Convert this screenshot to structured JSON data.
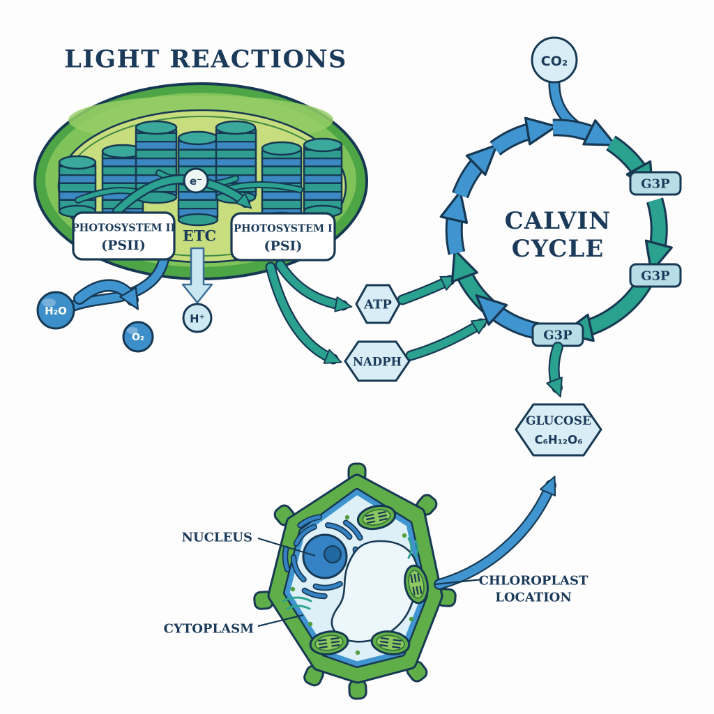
{
  "title": "LIGHT REACTIONS",
  "chloroplast": {
    "psii_line1": "PHOTOSYSTEM II",
    "psii_line2": "(PSII)",
    "etc_label": "ETC",
    "psi_line1": "PHOTOSYSTEM I",
    "psi_line2": "(PSI)",
    "electron": "e⁻"
  },
  "molecules": {
    "h2o": "H₂O",
    "o2": "O₂",
    "h_plus": "H⁺",
    "co2": "CO₂",
    "atp": "ATP",
    "nadph": "NADPH"
  },
  "calvin": {
    "line1": "CALVIN",
    "line2": "CYCLE",
    "g3p_top": "G3P",
    "g3p_right": "G3P",
    "g3p_bottom": "G3P",
    "glucose_line1": "GLUCOSE",
    "glucose_line2": "C₆H₁₂O₆"
  },
  "cell": {
    "nucleus_label": "NUCLEUS",
    "cytoplasm_label": "CYTOPLASM",
    "chloroplast_location_line1": "CHLOROPLAST",
    "chloroplast_location_line2": "LOCATION"
  },
  "colors": {
    "navy": "#1b3a5a",
    "outline": "#173852",
    "blue_arrow": "#4095d0",
    "teal_arrow": "#2ba190",
    "light_blue_fill": "#d8edf5",
    "g3p_fill": "#b7dde6",
    "green_wall": "#5fae49",
    "chloroplast_green": "#4ea546",
    "stroma_green": "#c8dd7d",
    "granum_teal": "#2f9e90",
    "granum_blue": "#3c88c3",
    "molecule_blue": "#3d8fca",
    "cytoplasm_blue": "#ddeff7"
  }
}
